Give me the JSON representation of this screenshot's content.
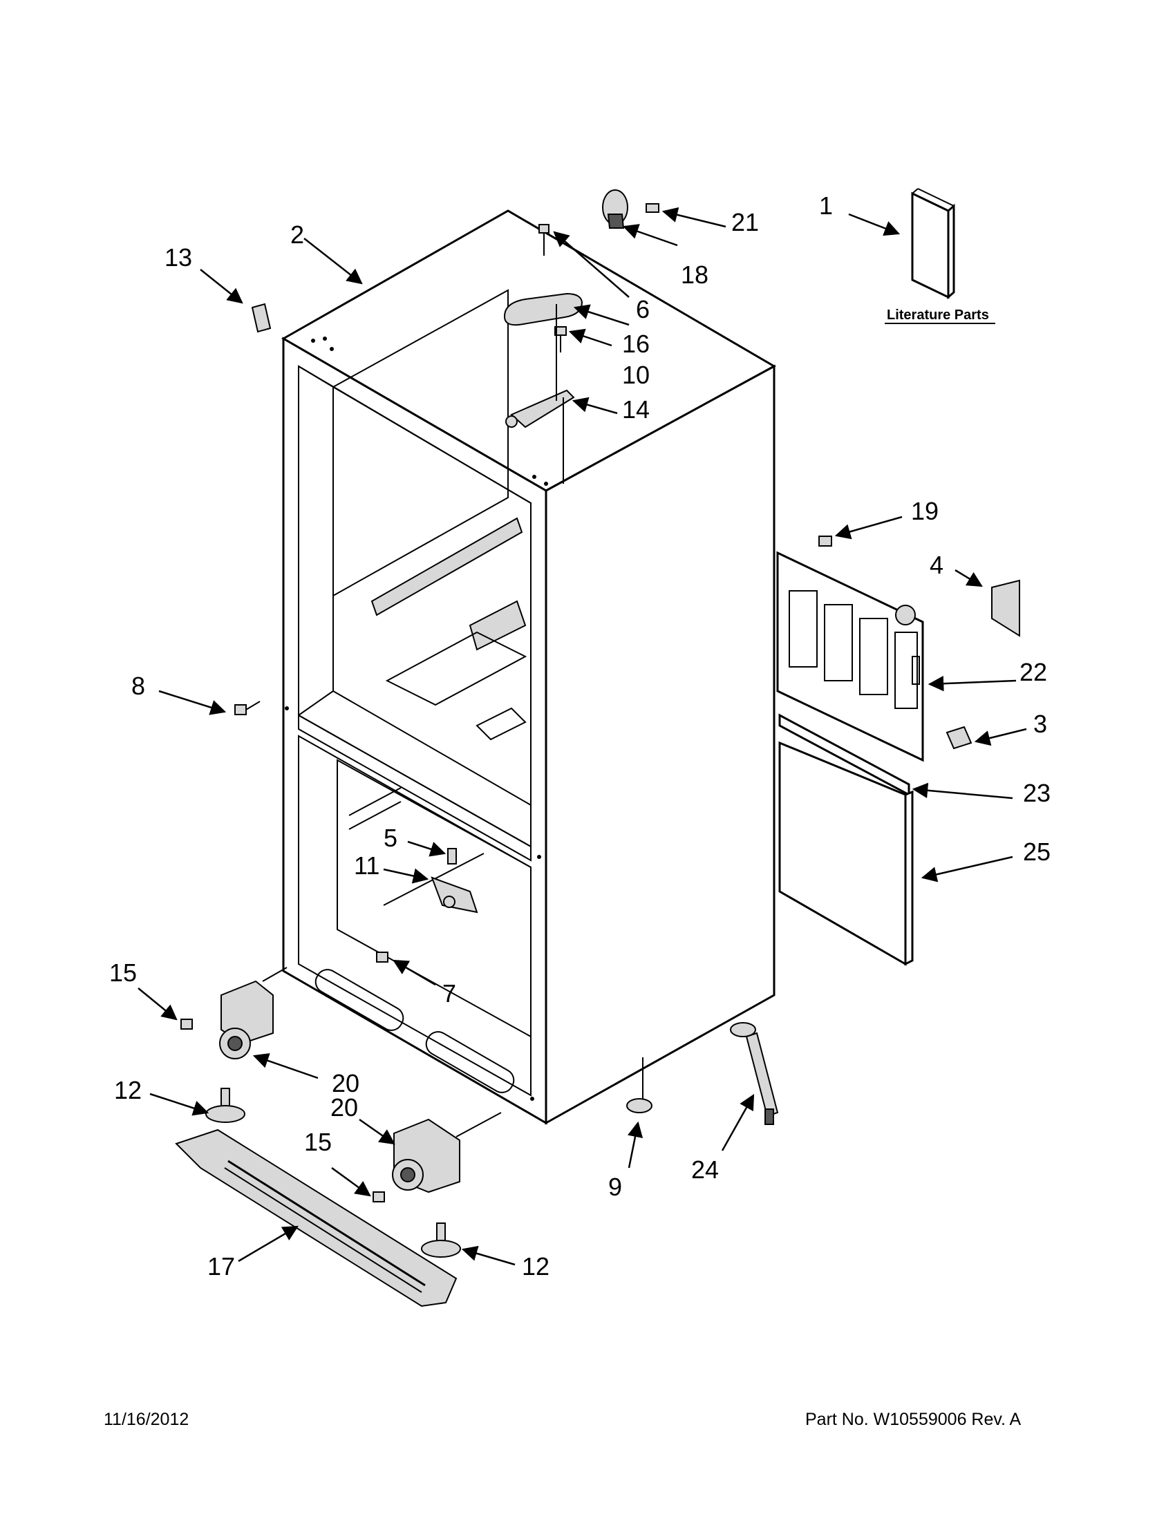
{
  "diagram": {
    "callouts": [
      {
        "id": "1",
        "text": "1"
      },
      {
        "id": "2",
        "text": "2"
      },
      {
        "id": "3",
        "text": "3"
      },
      {
        "id": "4",
        "text": "4"
      },
      {
        "id": "5",
        "text": "5"
      },
      {
        "id": "6",
        "text": "6"
      },
      {
        "id": "7",
        "text": "7"
      },
      {
        "id": "8",
        "text": "8"
      },
      {
        "id": "9",
        "text": "9"
      },
      {
        "id": "10",
        "text": "10"
      },
      {
        "id": "11",
        "text": "11"
      },
      {
        "id": "12a",
        "text": "12"
      },
      {
        "id": "12b",
        "text": "12"
      },
      {
        "id": "13",
        "text": "13"
      },
      {
        "id": "14",
        "text": "14"
      },
      {
        "id": "15a",
        "text": "15"
      },
      {
        "id": "15b",
        "text": "15"
      },
      {
        "id": "16",
        "text": "16"
      },
      {
        "id": "17",
        "text": "17"
      },
      {
        "id": "18",
        "text": "18"
      },
      {
        "id": "19",
        "text": "19"
      },
      {
        "id": "20a",
        "text": "20"
      },
      {
        "id": "20b",
        "text": "20"
      },
      {
        "id": "21",
        "text": "21"
      },
      {
        "id": "22",
        "text": "22"
      },
      {
        "id": "23",
        "text": "23"
      },
      {
        "id": "24",
        "text": "24"
      },
      {
        "id": "25",
        "text": "25"
      }
    ],
    "literature_label": "Literature Parts"
  },
  "footer": {
    "date": "11/16/2012",
    "part_number": "Part No.  W10559006  Rev.  A"
  }
}
